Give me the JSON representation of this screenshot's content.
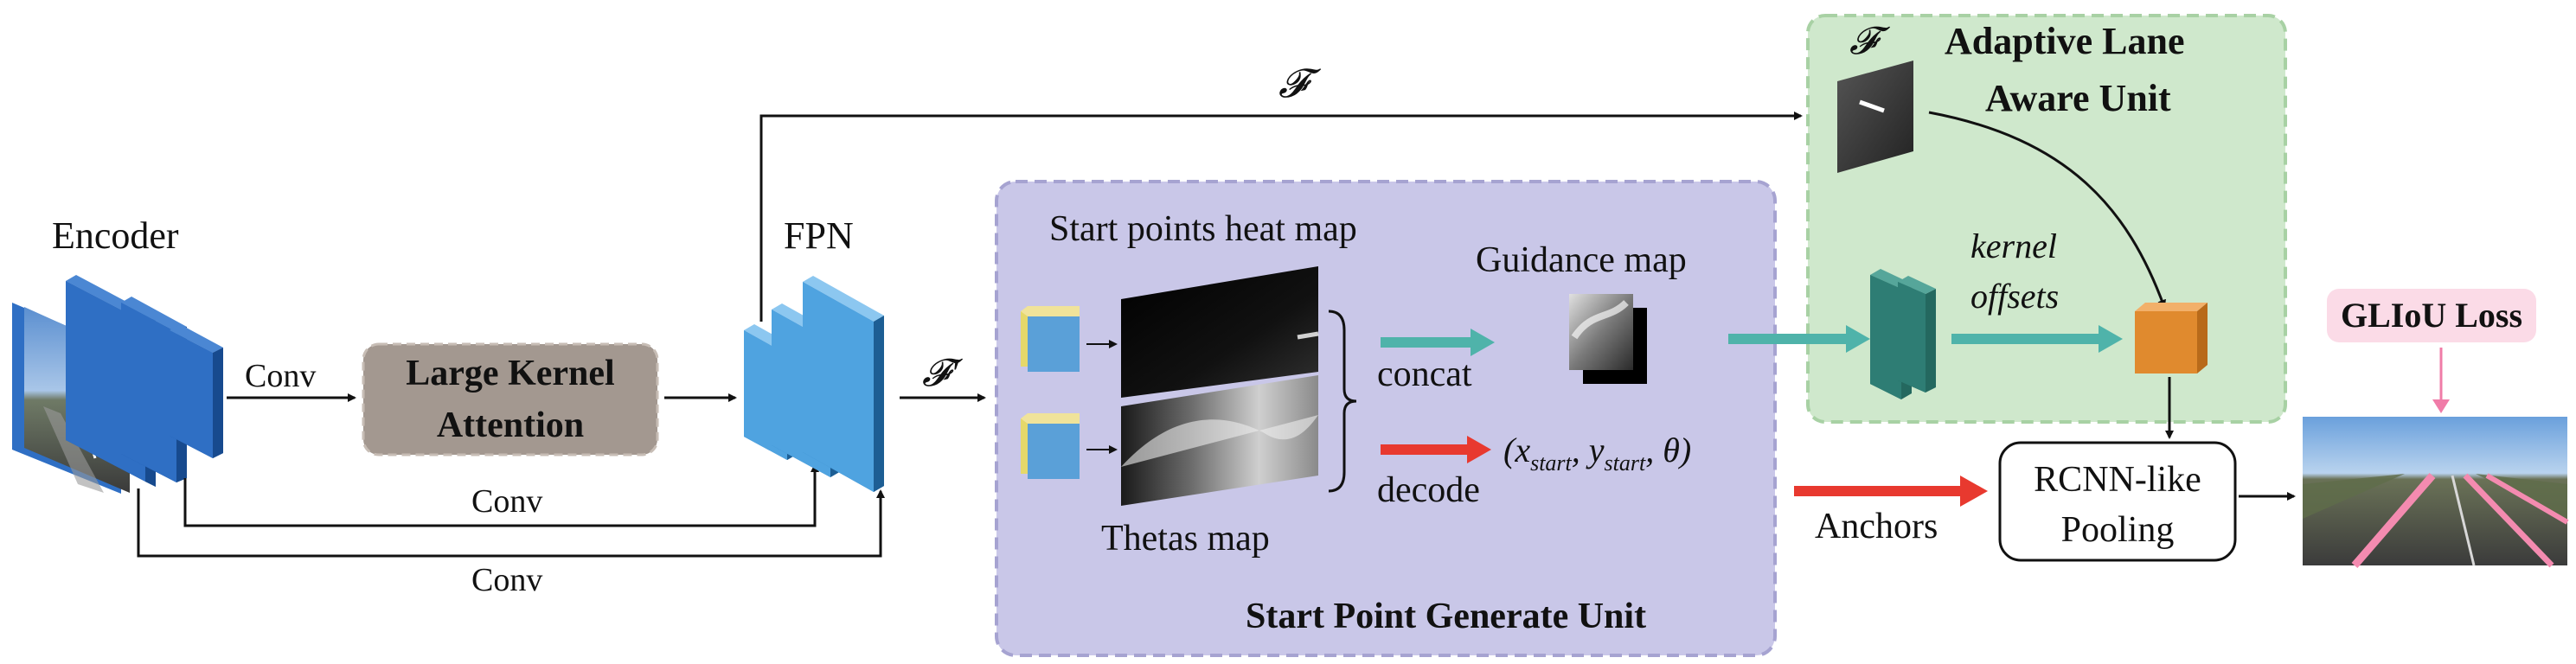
{
  "labels": {
    "encoder": "Encoder",
    "fpn": "FPN",
    "conv": "Conv",
    "large_kernel_attention_1": "Large Kernel",
    "large_kernel_attention_2": "Attention",
    "f_symbol": "𝓕",
    "f_prime_symbol": "𝓕′",
    "heatmap_title": "Start points heat map",
    "thetas_title": "Thetas map",
    "guidance_title": "Guidance map",
    "concat": "concat",
    "decode": "decode",
    "decode_output": "(x",
    "decode_sub_start": "start",
    "decode_mid": ", y",
    "decode_end": ", θ)",
    "start_point_unit": "Start Point Generate Unit",
    "adaptive_unit_1": "Adaptive Lane",
    "adaptive_unit_2": "Aware Unit",
    "kernel_1": "kernel",
    "kernel_2": "offsets",
    "anchors": "Anchors",
    "rcnn_1": "RCNN-like",
    "rcnn_2": "Pooling",
    "gliou": "GLIoU Loss"
  },
  "colors": {
    "encoder_blue": "#2f6fc4",
    "fpn_blue": "#4fa3e0",
    "lka_fill": "#a39890",
    "lka_text": "#6b4a26",
    "purple_bg": "#c9c7e8",
    "purple_border": "#a6a3d1",
    "purple_text": "#6a3da6",
    "green_bg": "#cfe8cc",
    "green_border": "#a8d1a4",
    "green_text": "#2e7d3e",
    "teal": "#4fb3aa",
    "dark_teal": "#2e7d74",
    "red": "#e8392f",
    "orange": "#e08a2e",
    "pink": "#f07ca8",
    "pink_bg": "#fbdbe7"
  }
}
